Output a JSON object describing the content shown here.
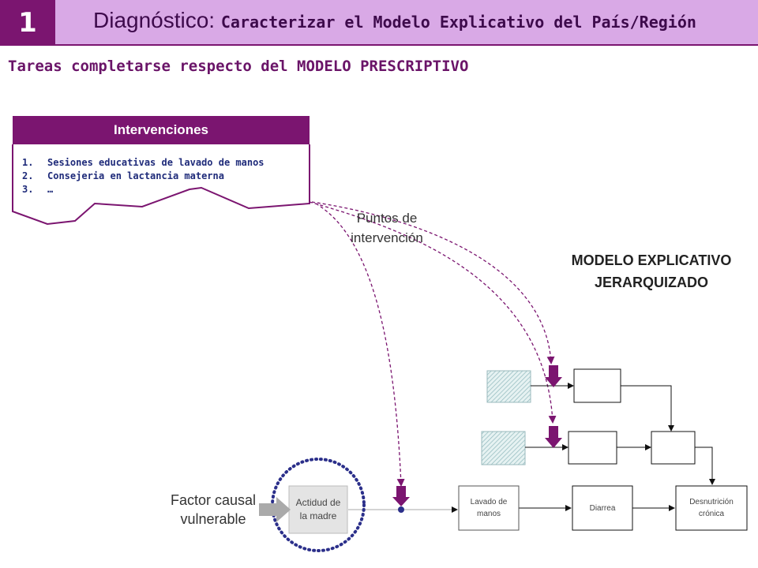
{
  "header": {
    "number": "1",
    "title": "Diagnóstico:",
    "subtitle": "Caracterizar el Modelo Explicativo del País/Región"
  },
  "subheading": "Tareas completarse respecto del MODELO PRESCRIPTIVO",
  "interventions": {
    "title": "Intervenciones",
    "items": [
      {
        "index": "1.",
        "text": "Sesiones educativas de lavado de manos"
      },
      {
        "index": "2.",
        "text": "Consejeria en lactancia materna"
      },
      {
        "index": "3.",
        "text": "…"
      }
    ]
  },
  "labels": {
    "puntos_line1": "Puntos de",
    "puntos_line2": "intervención",
    "modelo_line1": "MODELO EXPLICATIVO",
    "modelo_line2": "JERARQUIZADO",
    "factor_line1": "Factor causal",
    "factor_line2": "vulnerable"
  },
  "nodes": {
    "actitud_line1": "Actidud de",
    "actitud_line2": "la madre",
    "lavado_line1": "Lavado de",
    "lavado_line2": "manos",
    "diarrea": "Diarrea",
    "desnutricion_line1": "Desnutrición",
    "desnutricion_line2": "crónica"
  },
  "colors": {
    "purple": "#7b1570",
    "lavender": "#d9a9e6",
    "navy_dots": "#2b2f8a"
  }
}
